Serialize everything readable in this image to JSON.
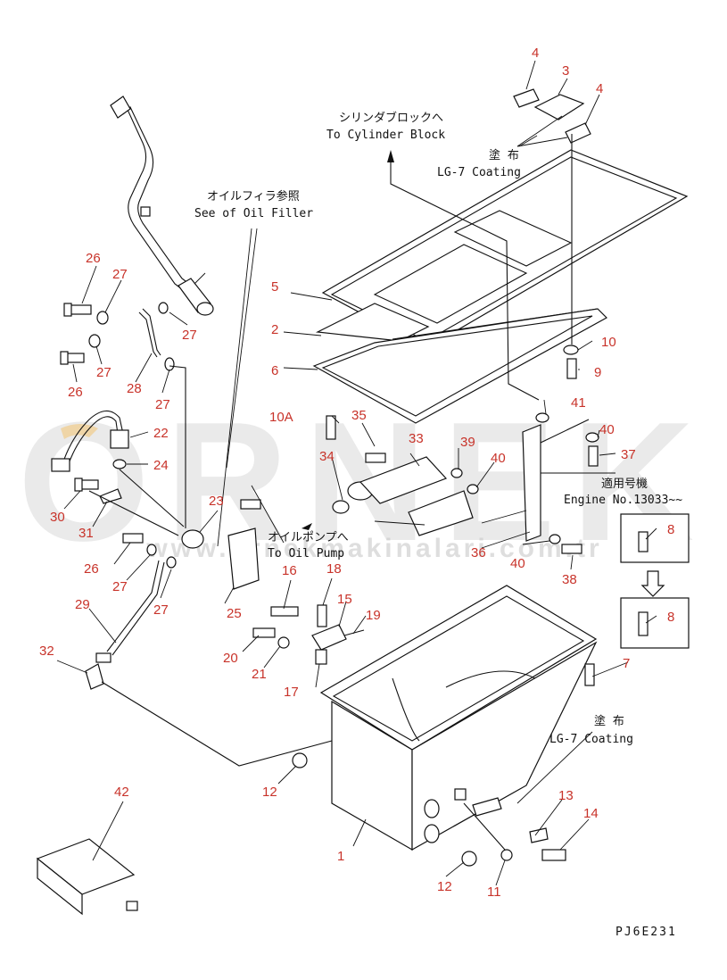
{
  "watermark": {
    "brand": "ORNEK",
    "url": "www.ornekmakinalari.com.tr"
  },
  "annotations": {
    "to_cylinder_jp": "シリンダブロックへ",
    "to_cylinder_en": "To Cylinder Block",
    "coating_jp_top": "塗 布",
    "coating_en_top": "LG-7 Coating",
    "oil_filler_jp": "オイルフィラ参照",
    "oil_filler_en": "See of Oil Filler",
    "oil_pump_jp": "オイルポンプへ",
    "oil_pump_en": "To Oil Pump",
    "engine_jp": "適用号機",
    "engine_en": "Engine No.13033~~",
    "coating_jp_bottom": "塗 布",
    "coating_en_bottom": "LG-7 Coating",
    "drawing_code": "PJ6E231"
  },
  "callouts": {
    "c1": "1",
    "c2": "2",
    "c3": "3",
    "c4a": "4",
    "c4b": "4",
    "c5": "5",
    "c6": "6",
    "c7": "7",
    "c8a": "8",
    "c8b": "8",
    "c9": "9",
    "c10": "10",
    "c10a": "10A",
    "c11": "11",
    "c12a": "12",
    "c12b": "12",
    "c13": "13",
    "c14": "14",
    "c15": "15",
    "c16": "16",
    "c17": "17",
    "c18": "18",
    "c19": "19",
    "c20": "20",
    "c21": "21",
    "c22": "22",
    "c23": "23",
    "c24": "24",
    "c25": "25",
    "c26a": "26",
    "c26b": "26",
    "c26c": "26",
    "c27a": "27",
    "c27b": "27",
    "c27c": "27",
    "c27d": "27",
    "c27e": "27",
    "c27f": "27",
    "c28": "28",
    "c29": "29",
    "c30": "30",
    "c31": "31",
    "c32": "32",
    "c33": "33",
    "c34": "34",
    "c35": "35",
    "c36": "36",
    "c37": "37",
    "c38": "38",
    "c39": "39",
    "c40a": "40",
    "c40b": "40",
    "c40c": "40",
    "c41": "41",
    "c42": "42"
  }
}
